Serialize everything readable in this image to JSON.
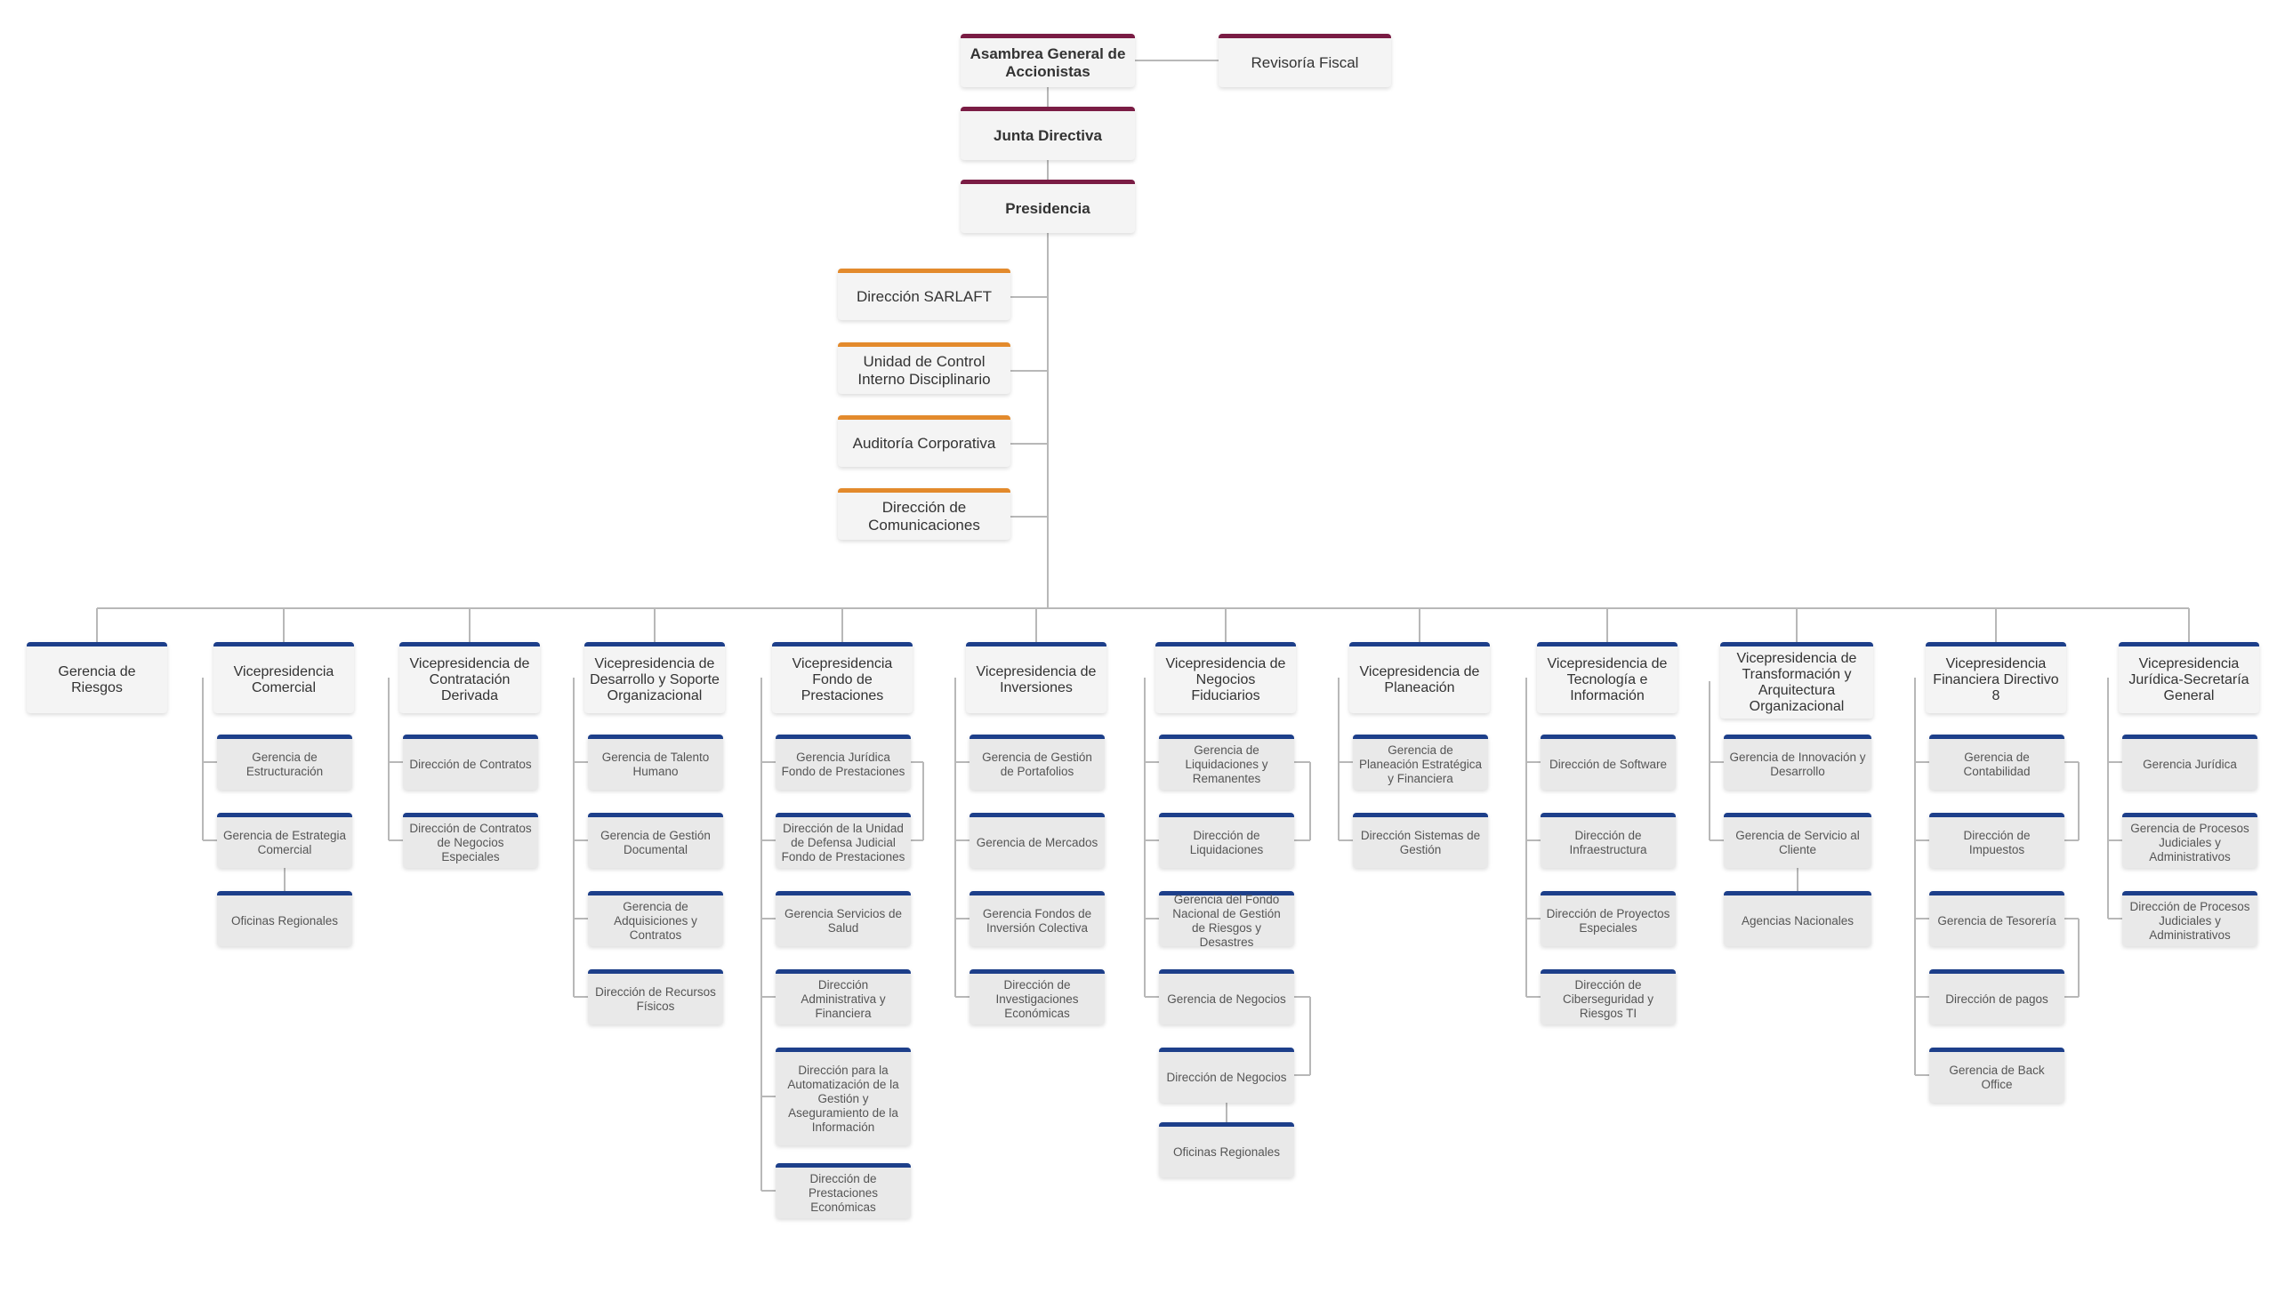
{
  "colors": {
    "top_accent": "#7a1c44",
    "staff_accent": "#e38a2c",
    "unit_accent": "#1d3f8a",
    "connector": "#b8b8b8",
    "box_fill": "#f4f4f4",
    "sub_box_fill": "#e9e9e9"
  },
  "top": {
    "asamblea": "Asambrea General de Accionistas",
    "revisoria": "Revisoría Fiscal",
    "junta": "Junta Directiva",
    "presidencia": "Presidencia"
  },
  "staff": [
    "Dirección SARLAFT",
    "Unidad de Control Interno Disciplinario",
    "Auditoría Corporativa",
    "Dirección de Comunicaciones"
  ],
  "columns": [
    {
      "head": "Gerencia de Riesgos",
      "children": []
    },
    {
      "head": "Vicepresidencia Comercial",
      "children": [
        "Gerencia de Estructuración",
        "Gerencia de Estrategia Comercial",
        "Oficinas Regionales"
      ]
    },
    {
      "head": "Vicepresidencia de Contratación Derivada",
      "children": [
        "Dirección de Contratos",
        "Dirección de Contratos de Negocios Especiales"
      ]
    },
    {
      "head": "Vicepresidencia de Desarrollo y Soporte Organizacional",
      "children": [
        "Gerencia de Talento Humano",
        "Gerencia de Gestión Documental",
        "Gerencia de Adquisiciones y Contratos",
        "Dirección de Recursos Físicos"
      ]
    },
    {
      "head": "Vicepresidencia Fondo de Prestaciones",
      "children": [
        "Gerencia Jurídica Fondo de Prestaciones",
        "Dirección de la Unidad de Defensa Judicial Fondo de Prestaciones",
        "Gerencia Servicios de Salud",
        "Dirección Administrativa y Financiera",
        "Dirección para la Automatización de la Gestión y Aseguramiento de la Información",
        "Dirección de Prestaciones Económicas"
      ]
    },
    {
      "head": "Vicepresidencia de Inversiones",
      "children": [
        "Gerencia de Gestión de Portafolios",
        "Gerencia de Mercados",
        "Gerencia Fondos de Inversión Colectiva",
        "Dirección de Investigaciones Económicas"
      ]
    },
    {
      "head": "Vicepresidencia de Negocios Fiduciarios",
      "children": [
        "Gerencia de Liquidaciones y Remanentes",
        "Dirección de Liquidaciones",
        "Gerencia del Fondo Nacional de Gestión de Riesgos y Desastres",
        "Gerencia de Negocios",
        "Dirección de Negocios",
        "Oficinas Regionales"
      ]
    },
    {
      "head": "Vicepresidencia de Planeación",
      "children": [
        "Gerencia de Planeación Estratégica y Financiera",
        "Dirección Sistemas de Gestión"
      ]
    },
    {
      "head": "Vicepresidencia de Tecnología e Información",
      "children": [
        "Dirección de Software",
        "Dirección de Infraestructura",
        "Dirección de Proyectos Especiales",
        "Dirección de Ciberseguridad y Riesgos TI"
      ]
    },
    {
      "head": "Vicepresidencia de Transformación y Arquitectura Organizacional",
      "children": [
        "Gerencia de Innovación y Desarrollo",
        "Gerencia de Servicio al Cliente",
        "Agencias Nacionales"
      ]
    },
    {
      "head": "Vicepresidencia Financiera Directivo 8",
      "children": [
        "Gerencia de Contabilidad",
        "Dirección de Impuestos",
        "Gerencia de Tesorería",
        "Dirección de pagos",
        "Gerencia de Back Office"
      ]
    },
    {
      "head": "Vicepresidencia Jurídica-Secretaría General",
      "children": [
        "Gerencia Jurídica",
        "Gerencia de Procesos Judiciales y Administrativos",
        "Dirección de Procesos Judiciales y Administrativos"
      ]
    }
  ]
}
